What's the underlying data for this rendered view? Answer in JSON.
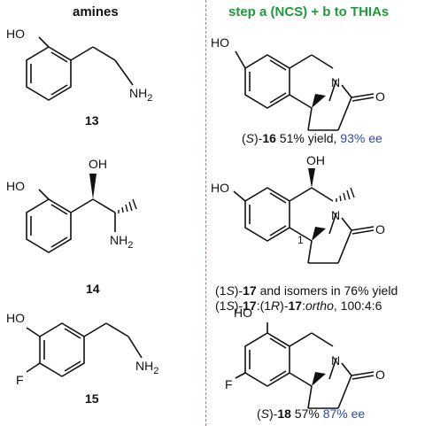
{
  "headers": {
    "left": "amines",
    "right": "step a (NCS) + b to THIAs",
    "right_color": "#1d9a3a"
  },
  "divider_color": "#e26a5a",
  "ee_color": "#2f4aa8",
  "atoms": {
    "ho": "HO",
    "oh": "OH",
    "nh2_main": "NH",
    "nh2_sub": "2",
    "n": "N",
    "o": "O",
    "f": "F",
    "stereo_label": "1"
  },
  "compounds": {
    "c13": "13",
    "c14": "14",
    "c15": "15"
  },
  "products": {
    "p16": {
      "prefix_open": "(",
      "stereo": "S",
      "prefix_close": ")-",
      "id": "16",
      "yield": " 51% yield, ",
      "ee": "93% ee"
    },
    "p17": {
      "line1_open": "(1",
      "line1_stereo": "S",
      "line1_close": ")-",
      "line1_id": "17",
      "line1_rest": " and isomers in 76% yield",
      "l2_a_open": "(1",
      "l2_a_stereo": "S",
      "l2_a_close": ")-",
      "l2_a_id": "17",
      "l2_sep1": ":(1",
      "l2_b_stereo": "R",
      "l2_b_close": ")-",
      "l2_b_id": "17",
      "l2_sep2": ":",
      "l2_ortho": "ortho",
      "l2_ratio": ", 100:4:6"
    },
    "p18": {
      "prefix_open": "(",
      "stereo": "S",
      "prefix_close": ")-",
      "id": "18",
      "yield": " 57%  ",
      "ee": "87% ee"
    }
  }
}
